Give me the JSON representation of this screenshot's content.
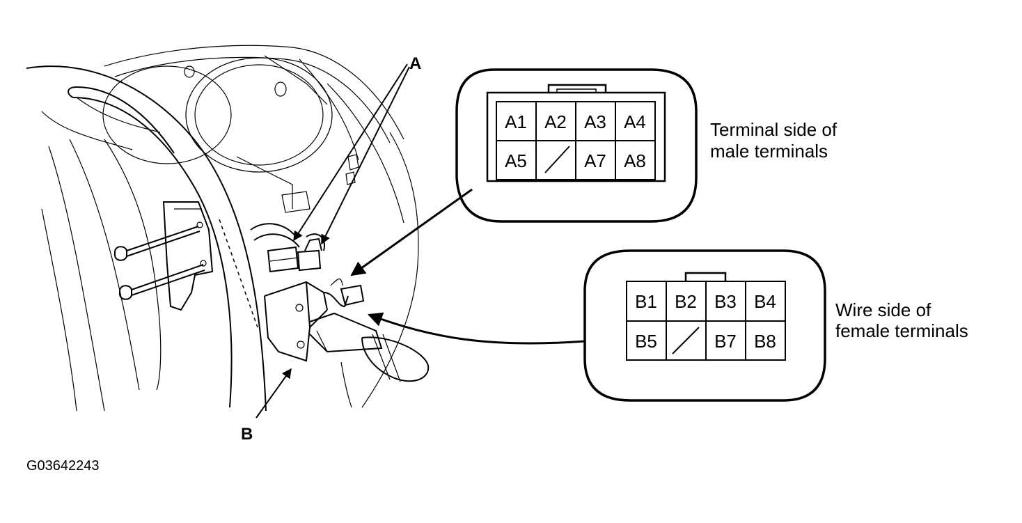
{
  "labels": {
    "a": "A",
    "b": "B",
    "figure_code": "G03642243"
  },
  "male_connector": {
    "caption_line1": "Terminal side of",
    "caption_line2": "male terminals",
    "pins": [
      "A1",
      "A2",
      "A3",
      "A4",
      "A5",
      "",
      "A7",
      "A8"
    ]
  },
  "female_connector": {
    "caption_line1": "Wire side of",
    "caption_line2": "female terminals",
    "pins": [
      "B1",
      "B2",
      "B3",
      "B4",
      "B5",
      "",
      "B7",
      "B8"
    ]
  }
}
